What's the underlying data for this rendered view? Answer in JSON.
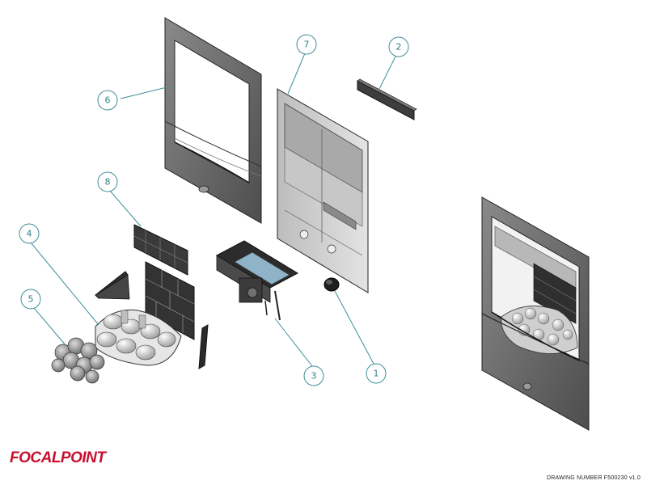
{
  "brand": {
    "logo_text": "FOCALPOINT",
    "logo_color": "#c8102e"
  },
  "footer": {
    "drawing_number": "DRAWING NUMBER F500230 v1.0"
  },
  "callouts": [
    {
      "id": "1",
      "label": "1"
    },
    {
      "id": "2",
      "label": "2"
    },
    {
      "id": "3",
      "label": "3"
    },
    {
      "id": "4",
      "label": "4"
    },
    {
      "id": "5",
      "label": "5"
    },
    {
      "id": "6",
      "label": "6"
    },
    {
      "id": "7",
      "label": "7"
    },
    {
      "id": "8",
      "label": "8"
    }
  ],
  "colors": {
    "callout": "#3f8f99",
    "metal_dark": "#5b5b5b",
    "metal_light": "#cfcfcf"
  }
}
